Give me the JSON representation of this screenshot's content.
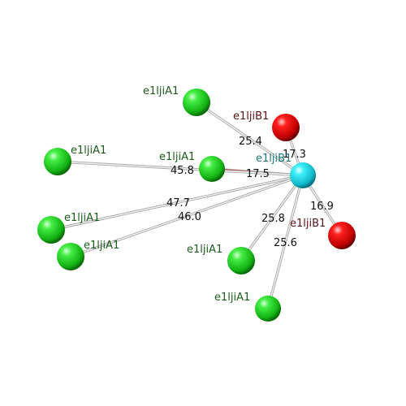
{
  "colors": {
    "background": "#ffffff",
    "bond": "#c8c8c8",
    "bond_highlight": "#e02020",
    "green_atom": "#22cc22",
    "red_atom": "#dd0000",
    "cyan_atom": "#22dde8",
    "label_green": "#1d5a1d",
    "label_red": "#5a1414",
    "label_cyan": "#1b7a7a"
  },
  "center": {
    "label": "e1ljiB1",
    "color": "cyan"
  },
  "neighbors": [
    {
      "label": "e1ljiA1",
      "color": "green",
      "distance": "25.4"
    },
    {
      "label": "e1ljiB1",
      "color": "red",
      "distance": "17.3"
    },
    {
      "label": "e1ljiA1",
      "color": "green",
      "distance": "17.5"
    },
    {
      "label": "e1ljiA1",
      "color": "green",
      "distance": "45.8"
    },
    {
      "label": "e1ljiA1",
      "color": "green",
      "distance": "47.7"
    },
    {
      "label": "e1ljiA1",
      "color": "green",
      "distance": "46.0"
    },
    {
      "label": "e1ljiA1",
      "color": "green",
      "distance": "25.8"
    },
    {
      "label": "e1ljiA1",
      "color": "green",
      "distance": "25.6"
    },
    {
      "label": "e1ljiB1",
      "color": "red",
      "distance": "16.9"
    }
  ]
}
